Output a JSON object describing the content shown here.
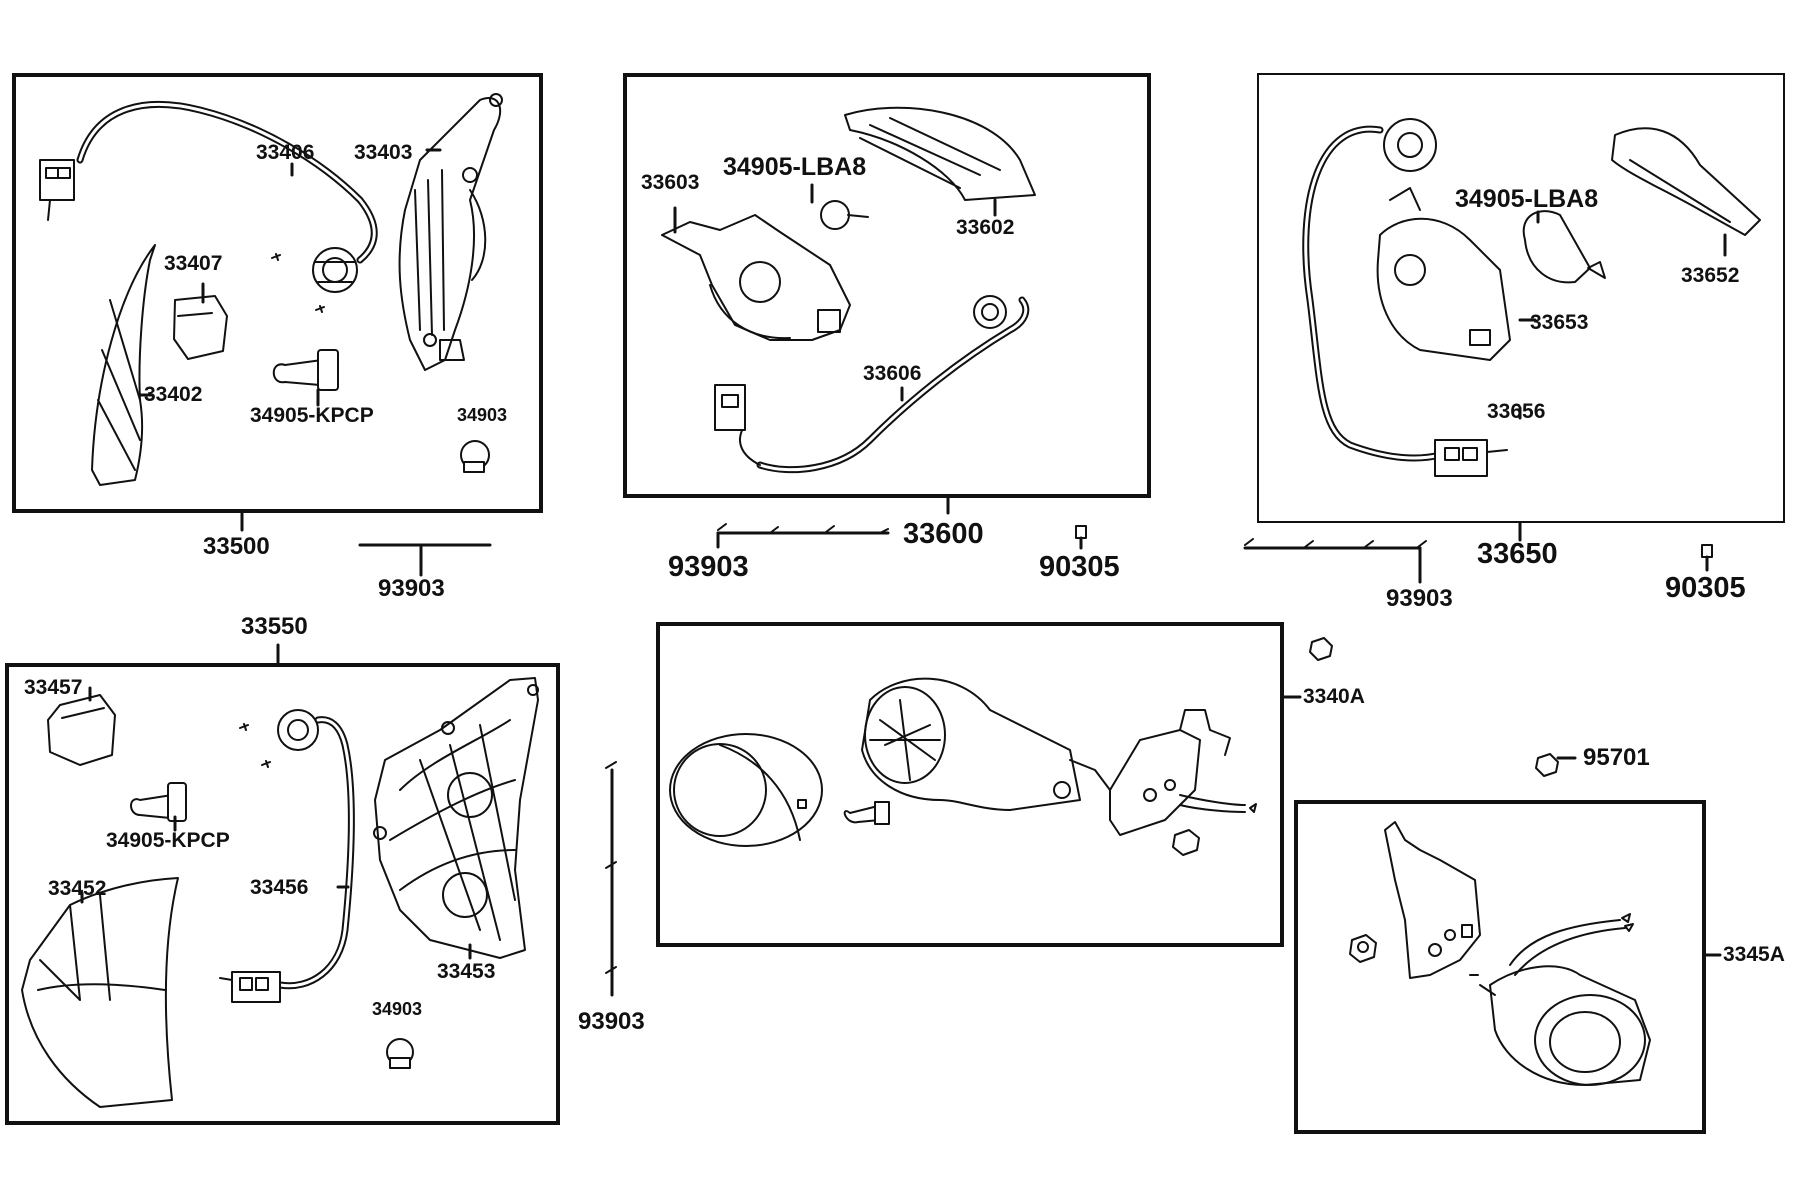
{
  "groups": {
    "g33500": {
      "assembly": "33500",
      "parts": {
        "wire": "33406",
        "housing": "33403",
        "bulb_socket": "33407",
        "lens": "33402",
        "bulb": "34905-KPCP",
        "small_socket": "34903"
      },
      "screws": "93903"
    },
    "g33600": {
      "assembly": "33600",
      "parts": {
        "housing": "33603",
        "bulb": "34905-LBA8",
        "lens": "33602",
        "wire": "33606"
      },
      "screws": "93903",
      "clip": "90305"
    },
    "g33650": {
      "assembly": "33650",
      "parts": {
        "bulb": "34905-LBA8",
        "lens": "33652",
        "housing": "33653",
        "wire": "33656"
      },
      "screws": "93903",
      "clip": "90305"
    },
    "g33550": {
      "assembly": "33550",
      "parts": {
        "cover": "33457",
        "bulb": "34905-KPCP",
        "lens": "33452",
        "wire": "33456",
        "housing": "33453",
        "small_socket": "34903"
      }
    },
    "g_mid": {
      "screws": "93903"
    },
    "g3340A": {
      "assembly": "3340A"
    },
    "g95701": {
      "part": "95701"
    },
    "g3345A": {
      "assembly": "3345A"
    }
  }
}
